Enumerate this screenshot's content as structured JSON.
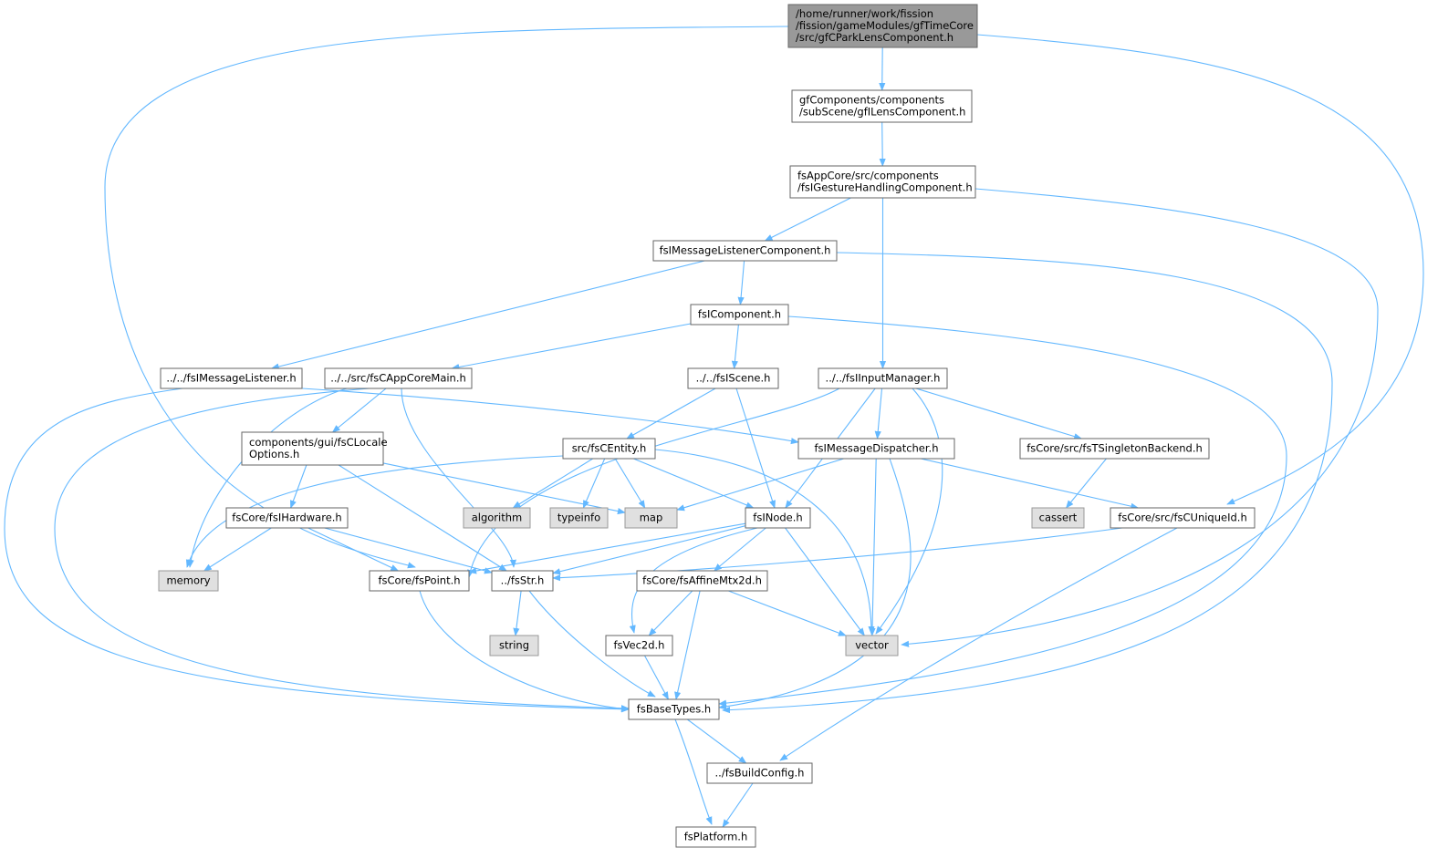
{
  "colors": {
    "edge": "#63b8ff",
    "node_border": "#666666",
    "node_fill": "#ffffff",
    "root_fill": "#999999",
    "external_fill": "#e0e0e0",
    "external_border": "#999999"
  },
  "nodes": [
    {
      "id": "root",
      "lines": [
        "/home/runner/work/fission",
        "/fission/gameModules/gfTimeCore",
        "/src/gfCParkLensComponent.h"
      ],
      "kind": "root"
    },
    {
      "id": "gfILensComponent",
      "lines": [
        "gfComponents/components",
        "/subScene/gfILensComponent.h"
      ],
      "kind": "file"
    },
    {
      "id": "fsIGestureHandlingComponent",
      "lines": [
        "fsAppCore/src/components",
        "/fsIGestureHandlingComponent.h"
      ],
      "kind": "file"
    },
    {
      "id": "fsIMessageListenerComponent",
      "lines": [
        "fsIMessageListenerComponent.h"
      ],
      "kind": "file"
    },
    {
      "id": "fsIComponent",
      "lines": [
        "fsIComponent.h"
      ],
      "kind": "file"
    },
    {
      "id": "fsIMessageListener",
      "lines": [
        "../../fsIMessageListener.h"
      ],
      "kind": "file"
    },
    {
      "id": "fsCAppCoreMain",
      "lines": [
        "../../src/fsCAppCoreMain.h"
      ],
      "kind": "file"
    },
    {
      "id": "fsIScene",
      "lines": [
        "../../fsIScene.h"
      ],
      "kind": "file"
    },
    {
      "id": "fsIInputManager",
      "lines": [
        "../../fsIInputManager.h"
      ],
      "kind": "file"
    },
    {
      "id": "fsCLocaleOptions",
      "lines": [
        "components/gui/fsCLocale",
        "Options.h"
      ],
      "kind": "file"
    },
    {
      "id": "fsCEntity",
      "lines": [
        "src/fsCEntity.h"
      ],
      "kind": "file"
    },
    {
      "id": "fsIMessageDispatcher",
      "lines": [
        "fsIMessageDispatcher.h"
      ],
      "kind": "file"
    },
    {
      "id": "fsTSingletonBackend",
      "lines": [
        "fsCore/src/fsTSingletonBackend.h"
      ],
      "kind": "file"
    },
    {
      "id": "fsIHardware",
      "lines": [
        "fsCore/fsIHardware.h"
      ],
      "kind": "file"
    },
    {
      "id": "algorithm",
      "lines": [
        "algorithm"
      ],
      "kind": "external"
    },
    {
      "id": "typeinfo",
      "lines": [
        "typeinfo"
      ],
      "kind": "external"
    },
    {
      "id": "map",
      "lines": [
        "map"
      ],
      "kind": "external"
    },
    {
      "id": "fsINode",
      "lines": [
        "fsINode.h"
      ],
      "kind": "file"
    },
    {
      "id": "cassert",
      "lines": [
        "cassert"
      ],
      "kind": "external"
    },
    {
      "id": "fsCUniqueId",
      "lines": [
        "fsCore/src/fsCUniqueId.h"
      ],
      "kind": "file"
    },
    {
      "id": "memory",
      "lines": [
        "memory"
      ],
      "kind": "external"
    },
    {
      "id": "fsPoint",
      "lines": [
        "fsCore/fsPoint.h"
      ],
      "kind": "file"
    },
    {
      "id": "fsStr",
      "lines": [
        "../fsStr.h"
      ],
      "kind": "file"
    },
    {
      "id": "fsAffineMtx2d",
      "lines": [
        "fsCore/fsAffineMtx2d.h"
      ],
      "kind": "file"
    },
    {
      "id": "string",
      "lines": [
        "string"
      ],
      "kind": "external"
    },
    {
      "id": "fsVec2d",
      "lines": [
        "fsVec2d.h"
      ],
      "kind": "file"
    },
    {
      "id": "vector",
      "lines": [
        "vector"
      ],
      "kind": "external"
    },
    {
      "id": "fsBaseTypes",
      "lines": [
        "fsBaseTypes.h"
      ],
      "kind": "file"
    },
    {
      "id": "fsBuildConfig",
      "lines": [
        "../fsBuildConfig.h"
      ],
      "kind": "file"
    },
    {
      "id": "fsPlatform",
      "lines": [
        "fsPlatform.h"
      ],
      "kind": "file"
    }
  ],
  "edges": [
    [
      "root",
      "gfILensComponent"
    ],
    [
      "root",
      "fsPoint"
    ],
    [
      "root",
      "fsCUniqueId"
    ],
    [
      "gfILensComponent",
      "fsIGestureHandlingComponent"
    ],
    [
      "fsIGestureHandlingComponent",
      "fsIMessageListenerComponent"
    ],
    [
      "fsIGestureHandlingComponent",
      "fsIInputManager"
    ],
    [
      "fsIGestureHandlingComponent",
      "vector"
    ],
    [
      "fsIMessageListenerComponent",
      "fsIComponent"
    ],
    [
      "fsIMessageListenerComponent",
      "fsIMessageListener"
    ],
    [
      "fsIMessageListenerComponent",
      "fsBaseTypes"
    ],
    [
      "fsIComponent",
      "fsCAppCoreMain"
    ],
    [
      "fsIComponent",
      "fsIScene"
    ],
    [
      "fsIComponent",
      "fsBaseTypes"
    ],
    [
      "fsIMessageListener",
      "fsIMessageDispatcher"
    ],
    [
      "fsIMessageListener",
      "fsBaseTypes"
    ],
    [
      "fsCAppCoreMain",
      "fsCLocaleOptions"
    ],
    [
      "fsCAppCoreMain",
      "memory"
    ],
    [
      "fsCAppCoreMain",
      "fsStr"
    ],
    [
      "fsCAppCoreMain",
      "fsBaseTypes"
    ],
    [
      "fsIScene",
      "fsCEntity"
    ],
    [
      "fsIScene",
      "fsINode"
    ],
    [
      "fsIInputManager",
      "fsIMessageDispatcher"
    ],
    [
      "fsIInputManager",
      "fsTSingletonBackend"
    ],
    [
      "fsIInputManager",
      "fsINode"
    ],
    [
      "fsIInputManager",
      "fsPoint"
    ],
    [
      "fsIInputManager",
      "vector"
    ],
    [
      "fsCLocaleOptions",
      "fsIHardware"
    ],
    [
      "fsCLocaleOptions",
      "map"
    ],
    [
      "fsCLocaleOptions",
      "fsStr"
    ],
    [
      "fsCEntity",
      "algorithm"
    ],
    [
      "fsCEntity",
      "typeinfo"
    ],
    [
      "fsCEntity",
      "map"
    ],
    [
      "fsCEntity",
      "fsINode"
    ],
    [
      "fsCEntity",
      "memory"
    ],
    [
      "fsCEntity",
      "vector"
    ],
    [
      "fsIMessageDispatcher",
      "map"
    ],
    [
      "fsIMessageDispatcher",
      "fsCUniqueId"
    ],
    [
      "fsIMessageDispatcher",
      "vector"
    ],
    [
      "fsIMessageDispatcher",
      "fsBaseTypes"
    ],
    [
      "fsTSingletonBackend",
      "cassert"
    ],
    [
      "fsIHardware",
      "memory"
    ],
    [
      "fsIHardware",
      "fsPoint"
    ],
    [
      "fsIHardware",
      "fsStr"
    ],
    [
      "fsINode",
      "fsPoint"
    ],
    [
      "fsINode",
      "fsStr"
    ],
    [
      "fsINode",
      "fsAffineMtx2d"
    ],
    [
      "fsINode",
      "fsVec2d"
    ],
    [
      "fsINode",
      "vector"
    ],
    [
      "fsCUniqueId",
      "fsStr"
    ],
    [
      "fsCUniqueId",
      "fsBuildConfig"
    ],
    [
      "fsPoint",
      "fsBaseTypes"
    ],
    [
      "fsStr",
      "string"
    ],
    [
      "fsStr",
      "fsBaseTypes"
    ],
    [
      "fsAffineMtx2d",
      "fsVec2d"
    ],
    [
      "fsAffineMtx2d",
      "vector"
    ],
    [
      "fsAffineMtx2d",
      "fsBaseTypes"
    ],
    [
      "fsVec2d",
      "fsBaseTypes"
    ],
    [
      "fsBaseTypes",
      "fsBuildConfig"
    ],
    [
      "fsBaseTypes",
      "fsPlatform"
    ],
    [
      "fsBuildConfig",
      "fsPlatform"
    ]
  ]
}
